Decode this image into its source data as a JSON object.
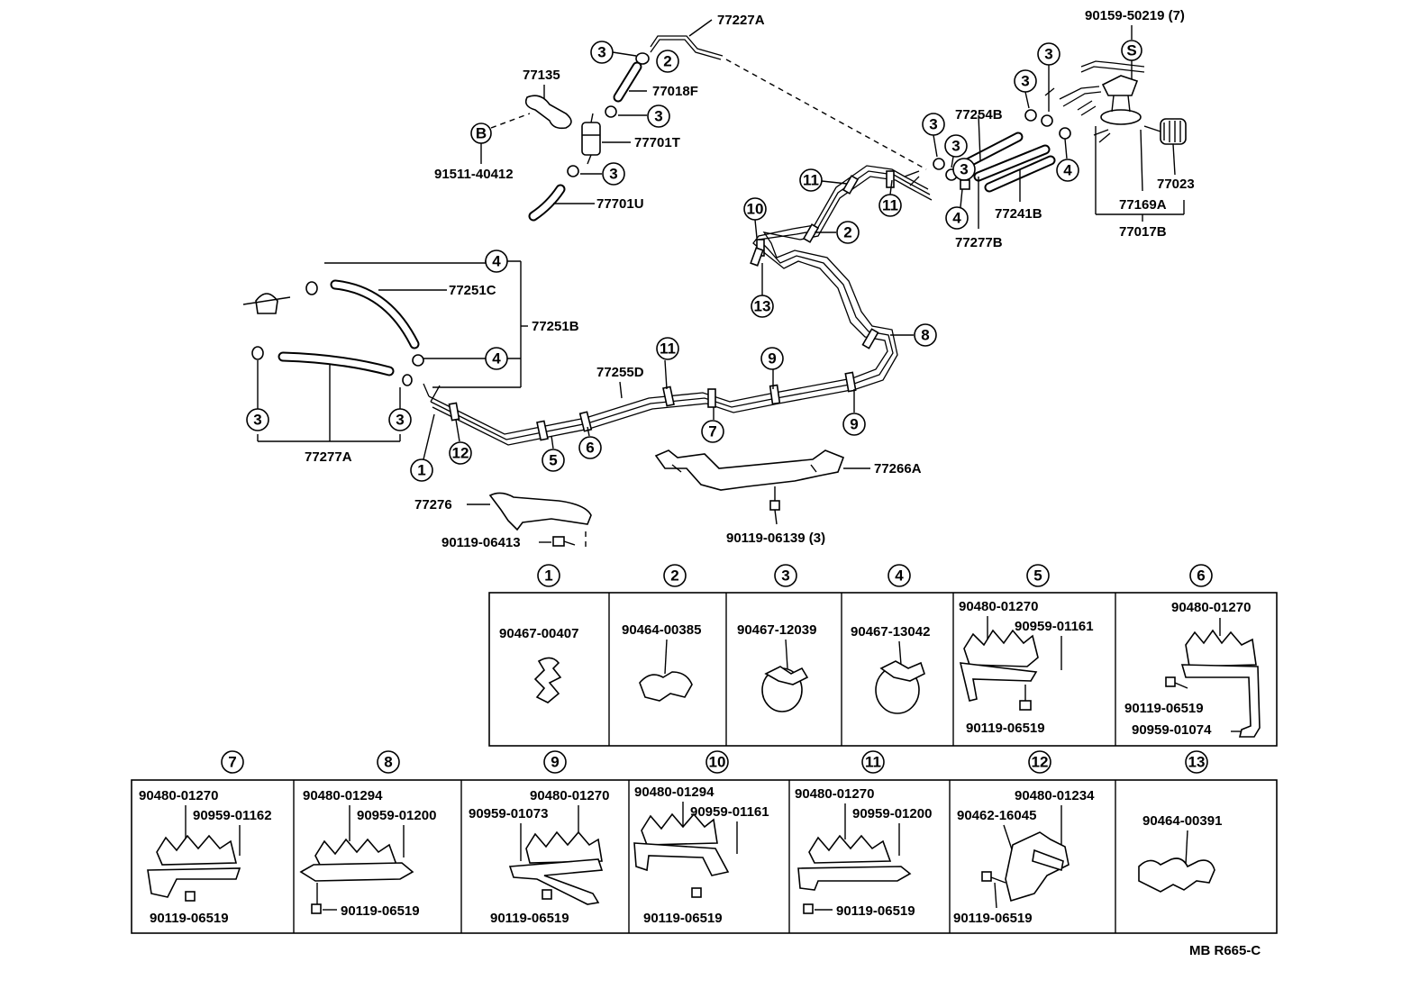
{
  "diagram_code": "MB R665-C",
  "part_labels": {
    "p77227A": "77227A",
    "p77018F": "77018F",
    "p77135": "77135",
    "p77701T": "77701T",
    "p91511_40412": "91511-40412",
    "p77701U": "77701U",
    "p77251C": "77251C",
    "p77251B": "77251B",
    "p77277A": "77277A",
    "p77255D": "77255D",
    "p77276": "77276",
    "p90119_06413": "90119-06413",
    "p77266A": "77266A",
    "p90119_06139": "90119-06139 (3)",
    "p90159_50219": "90159-50219 (7)",
    "p77254B": "77254B",
    "p77241B": "77241B",
    "p77277B": "77277B",
    "p77169A": "77169A",
    "p77023": "77023",
    "p77017B": "77017B"
  },
  "letter_callouts": {
    "b": "B",
    "s": "S"
  },
  "callout_numbers": [
    "1",
    "2",
    "3",
    "4",
    "5",
    "6",
    "7",
    "8",
    "9",
    "10",
    "11",
    "12",
    "13"
  ],
  "detail_table": {
    "row1": [
      {
        "num": "1",
        "parts": [
          "90467-00407"
        ]
      },
      {
        "num": "2",
        "parts": [
          "90464-00385"
        ]
      },
      {
        "num": "3",
        "parts": [
          "90467-12039"
        ]
      },
      {
        "num": "4",
        "parts": [
          "90467-13042"
        ]
      },
      {
        "num": "5",
        "parts": [
          "90480-01270",
          "90959-01161",
          "90119-06519"
        ]
      },
      {
        "num": "6",
        "parts": [
          "90480-01270",
          "90119-06519",
          "90959-01074"
        ]
      }
    ],
    "row2": [
      {
        "num": "7",
        "parts": [
          "90480-01270",
          "90959-01162",
          "90119-06519"
        ]
      },
      {
        "num": "8",
        "parts": [
          "90480-01294",
          "90959-01200",
          "90119-06519"
        ]
      },
      {
        "num": "9",
        "parts": [
          "90959-01073",
          "90480-01270",
          "90119-06519"
        ]
      },
      {
        "num": "10",
        "parts": [
          "90480-01294",
          "90959-01161",
          "90119-06519"
        ]
      },
      {
        "num": "11",
        "parts": [
          "90480-01270",
          "90959-01200",
          "90119-06519"
        ]
      },
      {
        "num": "12",
        "parts": [
          "90480-01234",
          "90462-16045",
          "90119-06519"
        ]
      },
      {
        "num": "13",
        "parts": [
          "90464-00391"
        ]
      }
    ]
  }
}
